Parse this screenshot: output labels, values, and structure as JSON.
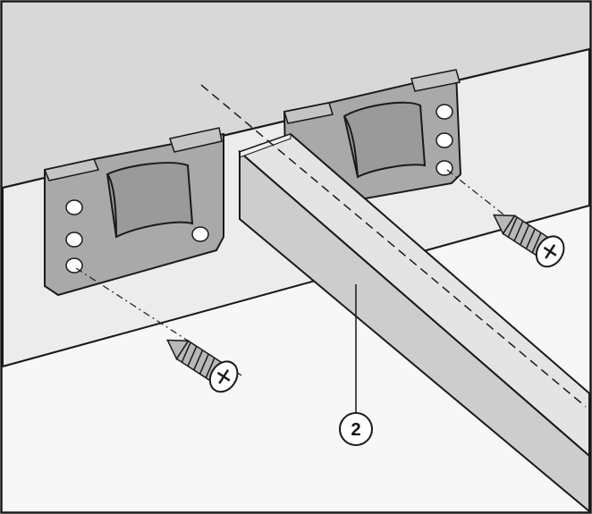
{
  "diagram": {
    "callouts": [
      {
        "label": "2",
        "target": "rail"
      }
    ],
    "parts": [
      "mounting-bracket",
      "mounting-bracket",
      "rail",
      "screw",
      "screw"
    ],
    "colors": {
      "wall": "#d9d9d9",
      "floor": "#f5f5f5",
      "bracket": "#a8a8a8",
      "rail_top": "#e6e6e6",
      "rail_side": "#cfcfcf",
      "screw": "#b3b3b3",
      "outline": "#1a1a1a"
    },
    "icons": [
      "screw-icon",
      "bracket-icon",
      "callout-circle-icon"
    ]
  }
}
